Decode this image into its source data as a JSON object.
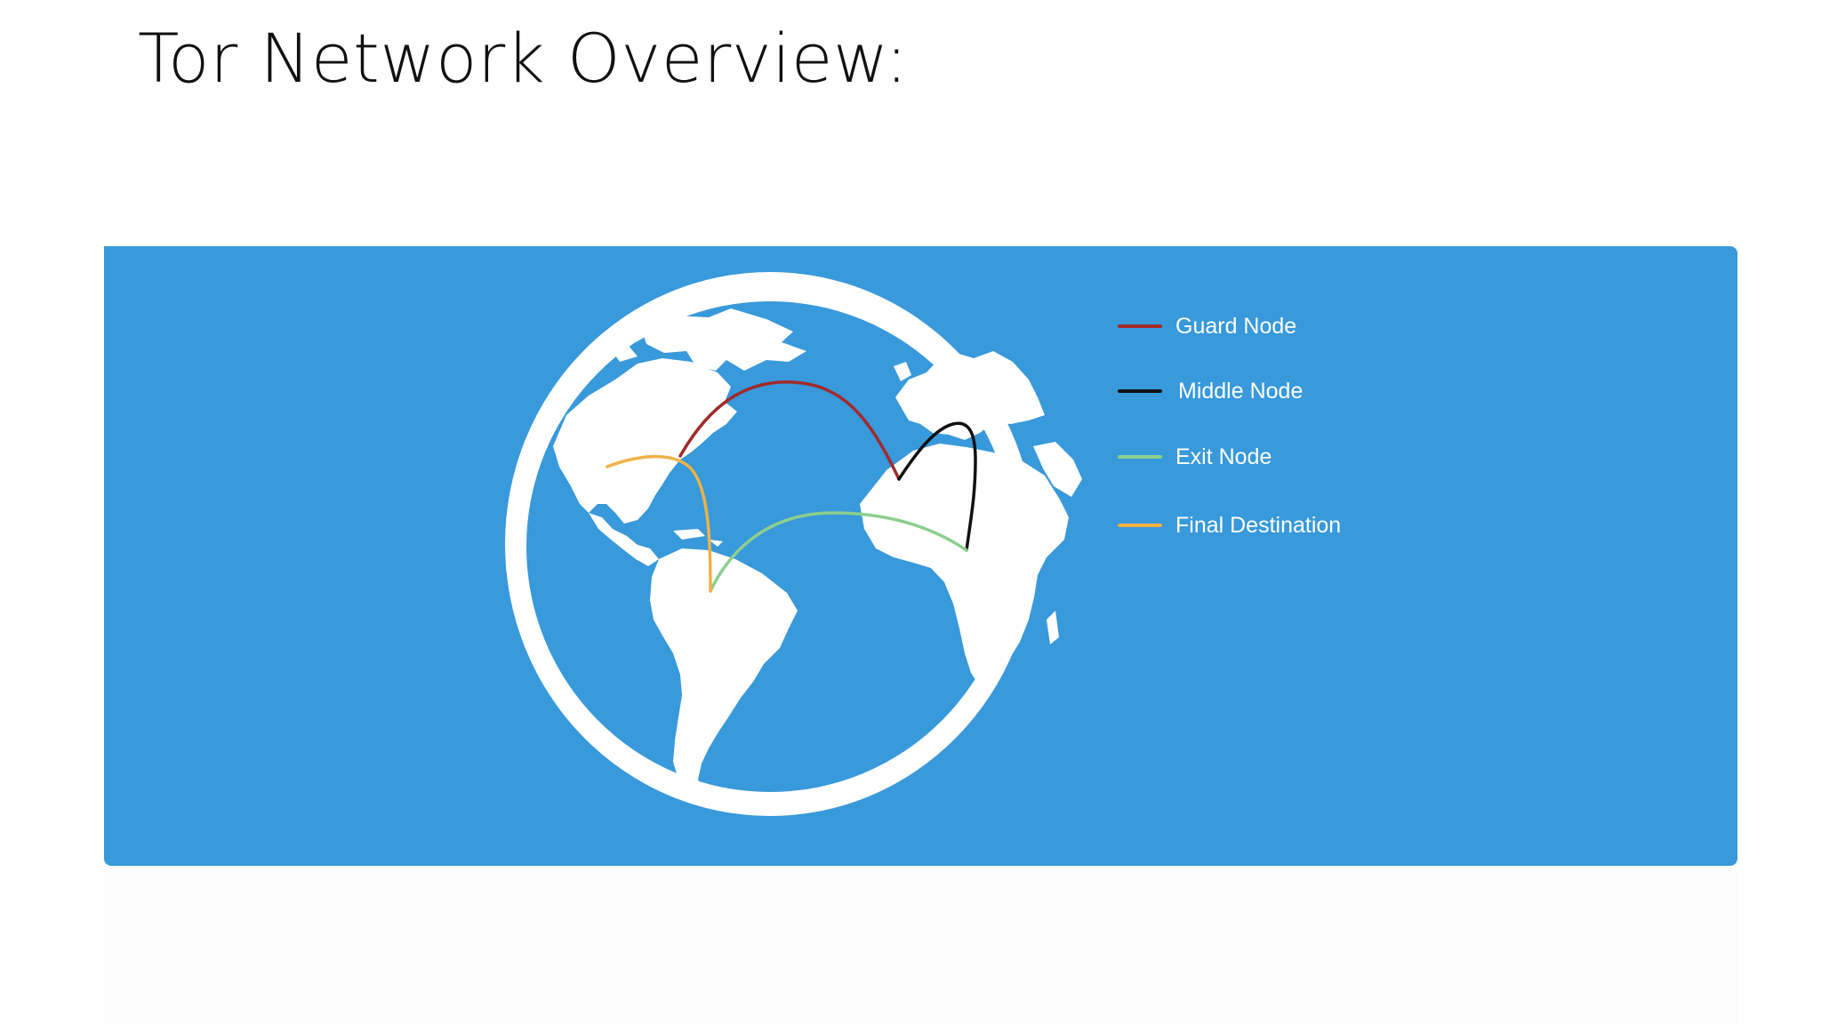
{
  "title": "Tor Network Overview:",
  "colors": {
    "panel": "#3899db",
    "globe": "#ffffff",
    "guard": "#a12b2b",
    "middle": "#111111",
    "exit": "#8ccf8f",
    "final": "#f0b247"
  },
  "legend": [
    {
      "label": "Guard Node",
      "color": "#a12b2b"
    },
    {
      "label": "Middle Node",
      "color": "#111111"
    },
    {
      "label": "Exit Node",
      "color": "#8ccf8f"
    },
    {
      "label": "Final Destination",
      "color": "#f0b247"
    }
  ]
}
